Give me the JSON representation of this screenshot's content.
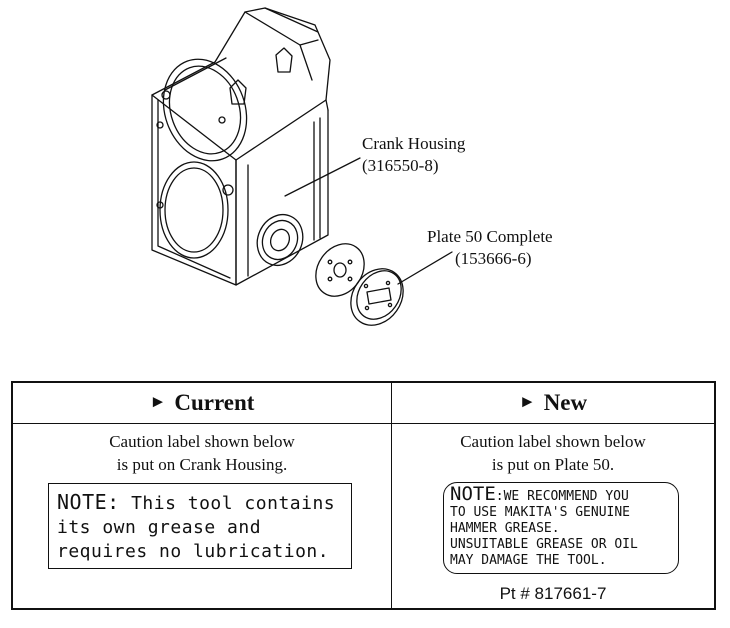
{
  "callouts": {
    "crank_housing": {
      "name": "Crank Housing",
      "part_number": "(316550-8)"
    },
    "plate": {
      "name": "Plate 50 Complete",
      "part_number": "(153666-6)"
    }
  },
  "table": {
    "current": {
      "header": "Current",
      "desc_line1": "Caution label shown below",
      "desc_line2": "is put on Crank Housing.",
      "label_note": "NOTE:",
      "label_line1_rest": "This tool contains",
      "label_line2": "its own grease and",
      "label_line3": "requires no lubrication."
    },
    "new": {
      "header": "New",
      "desc_line1": "Caution label shown below",
      "desc_line2": "is put on Plate 50.",
      "label_note": "NOTE",
      "label_line1_rest": ":WE RECOMMEND YOU",
      "label_line2": "TO USE MAKITA'S GENUINE",
      "label_line3": "HAMMER GREASE.",
      "label_line4": "UNSUITABLE GREASE OR OIL",
      "label_line5": "MAY DAMAGE THE TOOL.",
      "part_number": "Pt # 817661-7"
    },
    "arrow_glyph": "►"
  }
}
